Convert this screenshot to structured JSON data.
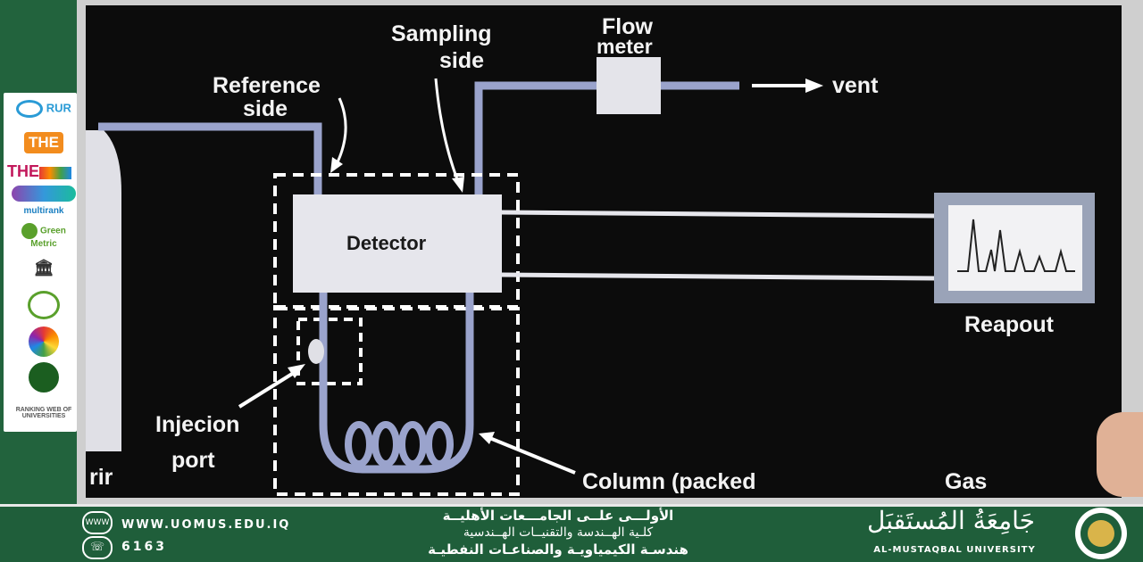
{
  "diagram": {
    "labels": {
      "sampling_line1": "Sampling",
      "sampling_line2": "side",
      "reference_line1": "Reference",
      "reference_line2": "side",
      "flow_line1": "Flow",
      "flow_line2": "meter",
      "vent": "vent",
      "detector": "Detector",
      "readout": "Reapout",
      "injection_line1": "Injecion",
      "injection_line2": "port",
      "column": "Column (packed",
      "gas": "Gas",
      "reservoir_partial": "rir"
    }
  },
  "sidebar": {
    "logos": [
      {
        "text": "RUR",
        "color": "#2a9bd6"
      },
      {
        "text": "THE",
        "color": "#f28c1e"
      },
      {
        "text": "THE",
        "color": "#c2185b"
      },
      {
        "text": "multirank",
        "color": "#1a7fc1"
      },
      {
        "text": "Green Metric",
        "color": "#5aa02c"
      },
      {
        "text": "RANKING WEB OF UNIVERSITIES",
        "color": "#555555"
      }
    ]
  },
  "footer": {
    "website": "WWW.UOMUS.EDU.IQ",
    "phone": "6163",
    "arabic_line1": "الأولـــى علــى الجامـــعات الأهليــة",
    "arabic_line2": "كلـية الهــندسة والتقنيــات الهــندسية",
    "arabic_line3": "هندسـة الكيمياويـة والصناعـات النفطيـة",
    "university_arabic": "جَامِعَةُ المُستَقبَل",
    "university_english": "AL-MUSTAQBAL UNIVERSITY",
    "www_icon": "WWW",
    "phone_icon": "☏"
  }
}
